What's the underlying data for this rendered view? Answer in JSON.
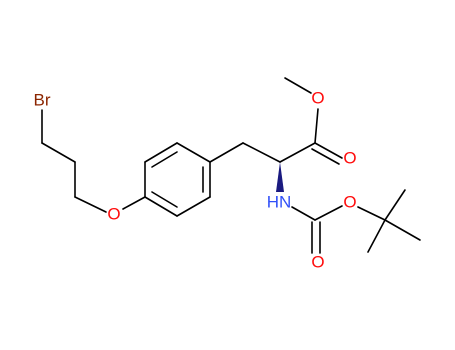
{
  "molecule": {
    "atoms": {
      "br": {
        "label": "Br",
        "color": "#8b2500"
      },
      "o_ether": {
        "label": "O",
        "color": "#ff0d0d"
      },
      "o_methoxy": {
        "label": "O",
        "color": "#ff0d0d"
      },
      "o_ester_carbonyl": {
        "label": "O",
        "color": "#ff0d0d"
      },
      "nh": {
        "label": "HN",
        "color": "#3050f8"
      },
      "o_boc_ester": {
        "label": "O",
        "color": "#ff0d0d"
      },
      "o_boc_carbonyl": {
        "label": "O",
        "color": "#ff0d0d"
      }
    },
    "bond_color": "#000000",
    "wedge_color": "#1a1a80"
  }
}
